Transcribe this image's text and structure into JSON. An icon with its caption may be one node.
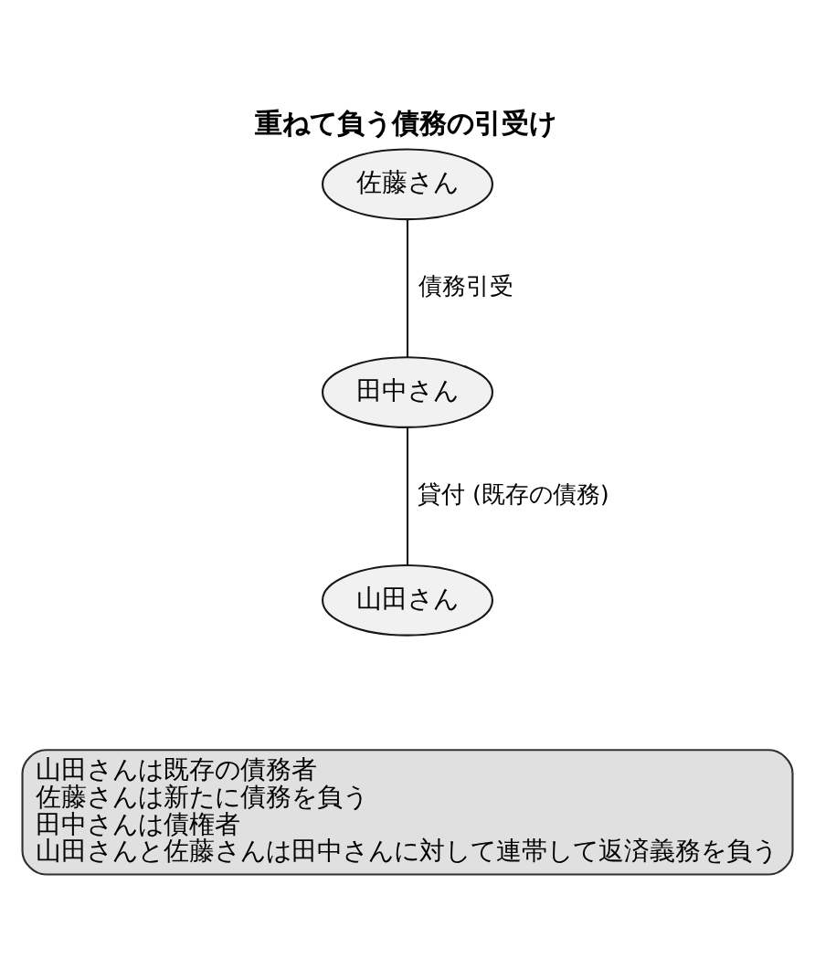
{
  "diagram": {
    "title": "重ねて負う債務の引受け",
    "nodes": [
      {
        "text": [
          "佐藤さん"
        ]
      },
      {
        "text": [
          "田中さん"
        ]
      },
      {
        "text": [
          "山田さん"
        ]
      },
      {
        "text": [
          "山田さんは既存の債務者",
          "佐藤さんは新たに債務を負う",
          "田中さんは債権者",
          "山田さんと佐藤さんは田中さんに対して連帯して返済義務を負う"
        ]
      }
    ],
    "edges": [
      {
        "from": 0,
        "to": 1,
        "arrow": "none",
        "label": "債務引受"
      },
      {
        "from": 1,
        "to": 2,
        "arrow": "none",
        "label": "貸付 (既存の債務)"
      }
    ]
  }
}
